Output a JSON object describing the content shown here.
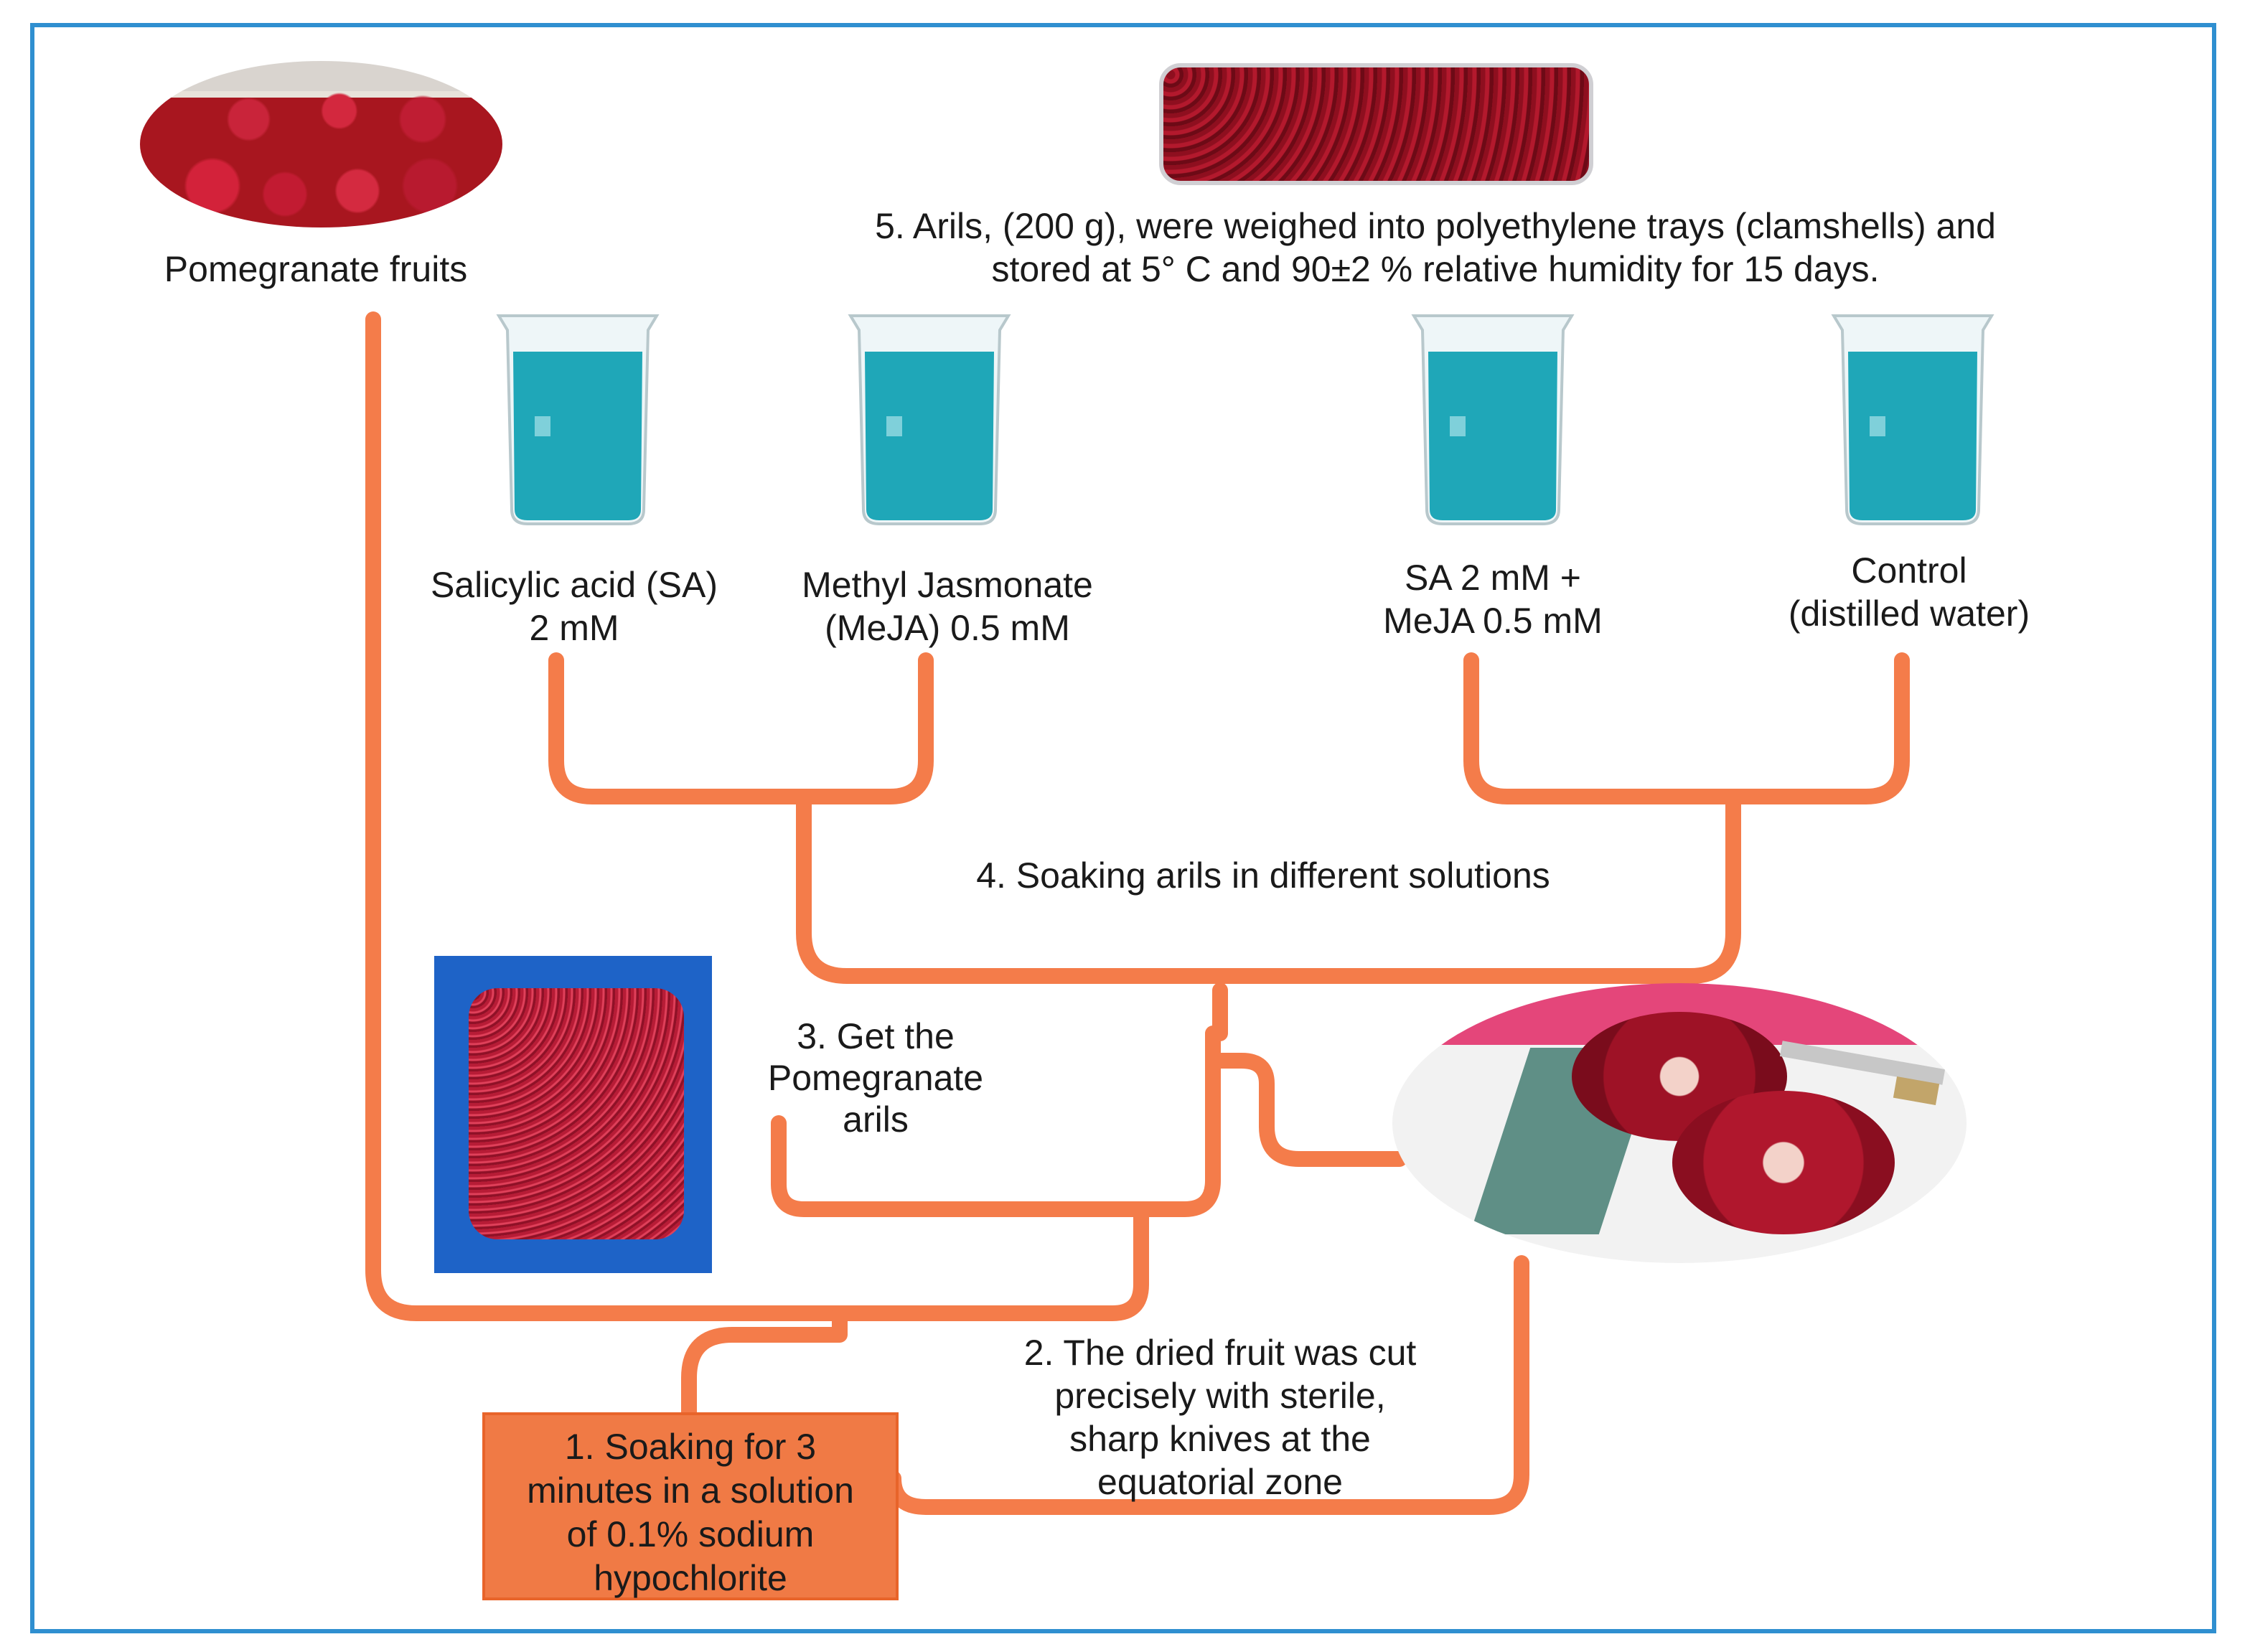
{
  "colors": {
    "frame": "#2f8fd0",
    "connector": "#f47c4a",
    "step1_fill": "#f07a45",
    "solution": "#1fa7b8"
  },
  "icons": [
    "pomegranate-crate-photo",
    "arils-tray-photo",
    "beaker-icon",
    "arils-bag-photo",
    "cut-pomegranate-photo"
  ],
  "labels": {
    "pomegranate_fruits": "Pomegranate fruits",
    "step5_line1": "5. Arils, (200 g), were weighed into polyethylene trays (clamshells) and",
    "step5_line2": "stored at 5° C and 90±2 % relative humidity for 15 days.",
    "step4": "4. Soaking arils in different solutions",
    "step3_line1": "3. Get the",
    "step3_line2": "Pomegranate",
    "step3_line3": "arils",
    "step2_line1": "2. The dried fruit was cut",
    "step2_line2": "precisely with sterile,",
    "step2_line3": "sharp knives at the",
    "step2_line4": "equatorial zone",
    "step1_line1": "1. Soaking for 3",
    "step1_line2": "minutes in a solution",
    "step1_line3": "of 0.1% sodium",
    "step1_line4": "hypochlorite"
  },
  "solutions": [
    {
      "line1": "Salicylic acid (SA)",
      "line2": "2 mM"
    },
    {
      "line1": "Methyl Jasmonate",
      "line2": "(MeJA) 0.5 mM"
    },
    {
      "line1": "SA 2 mM +",
      "line2": "MeJA 0.5 mM"
    },
    {
      "line1": "Control",
      "line2": "(distilled water)"
    }
  ]
}
